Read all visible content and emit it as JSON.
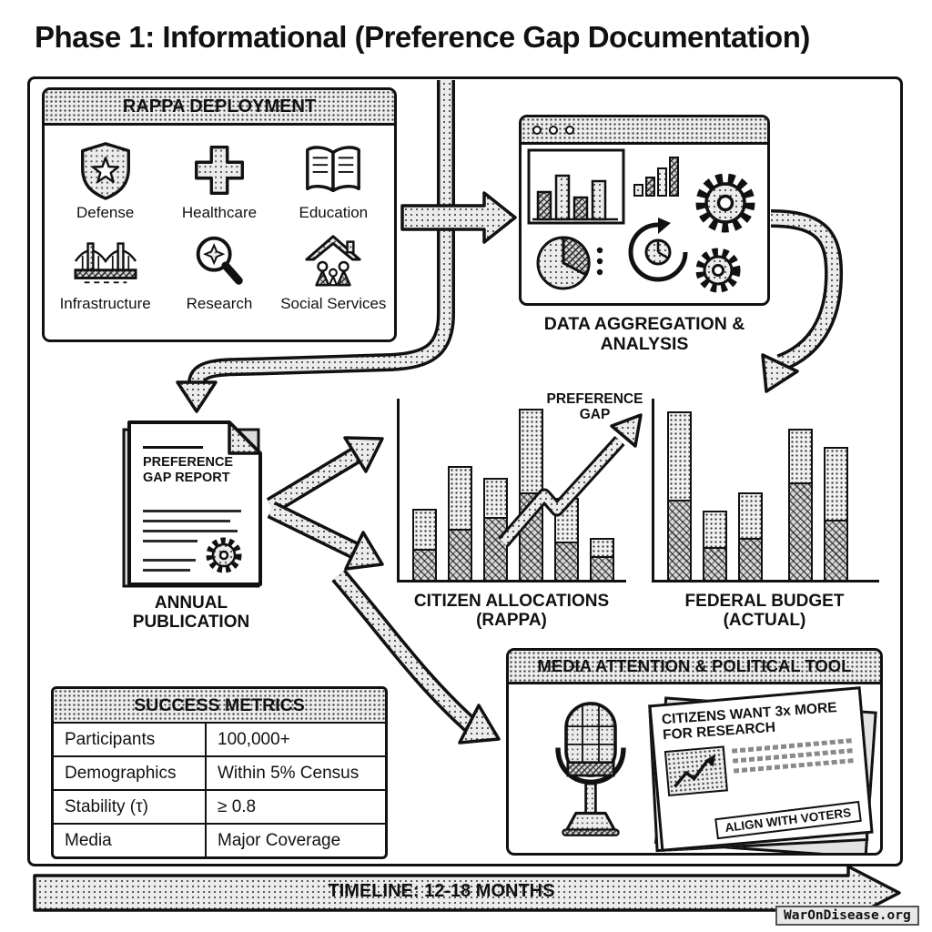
{
  "title": "Phase 1: Informational (Preference Gap Documentation)",
  "rappa_deployment": {
    "title": "RAPPA DEPLOYMENT",
    "items": [
      {
        "label": "Defense",
        "icon": "shield-star-icon"
      },
      {
        "label": "Healthcare",
        "icon": "medical-cross-icon"
      },
      {
        "label": "Education",
        "icon": "open-book-icon"
      },
      {
        "label": "Infrastructure",
        "icon": "bridge-icon"
      },
      {
        "label": "Research",
        "icon": "magnifier-icon"
      },
      {
        "label": "Social Services",
        "icon": "family-house-icon"
      }
    ]
  },
  "data_aggregation": {
    "caption": "DATA AGGREGATION & ANALYSIS"
  },
  "report": {
    "doc_title": "PREFERENCE GAP REPORT",
    "caption": "ANNUAL PUBLICATION"
  },
  "preference_gap_label": "PREFERENCE GAP",
  "citizen_chart": {
    "type": "bar",
    "caption": "CITIZEN ALLOCATIONS (RAPPA)",
    "bars": [
      {
        "h": 78,
        "split": 34
      },
      {
        "h": 125,
        "split": 56
      },
      {
        "h": 112,
        "split": 70
      },
      {
        "h": 188,
        "split": 96
      },
      {
        "h": 90,
        "split": 42
      },
      {
        "h": 46,
        "split": 26
      }
    ]
  },
  "federal_chart": {
    "type": "bar",
    "caption": "FEDERAL BUDGET (ACTUAL)",
    "bars": [
      {
        "h": 185,
        "split": 88
      },
      {
        "h": 76,
        "split": 36
      },
      {
        "h": 96,
        "split": 46
      },
      {
        "h": 166,
        "split": 108,
        "ml": 16
      },
      {
        "h": 146,
        "split": 66
      }
    ]
  },
  "success_metrics": {
    "title": "SUCCESS METRICS",
    "rows": [
      {
        "label": "Participants",
        "value": "100,000+"
      },
      {
        "label": "Demographics",
        "value": "Within 5% Census"
      },
      {
        "label": "Stability (τ)",
        "value": "≥ 0.8"
      },
      {
        "label": "Media",
        "value": "Major Coverage"
      }
    ]
  },
  "media_box": {
    "title": "MEDIA ATTENTION & POLITICAL TOOL",
    "newspaper_headline": "CITIZENS WANT 3x MORE FOR RESEARCH",
    "newspaper_banner": "ALIGN WITH VOTERS"
  },
  "timeline_label": "TIMELINE: 12-18 MONTHS",
  "watermark": "WarOnDisease.org",
  "colors": {
    "ink": "#111111",
    "halftone_base": "#ededed",
    "paper": "#ffffff"
  }
}
